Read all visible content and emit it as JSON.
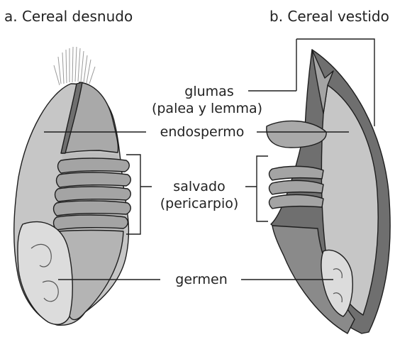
{
  "titles": {
    "left": "a. Cereal desnudo",
    "right": "b. Cereal vestido"
  },
  "labels": {
    "glumas_1": "glumas",
    "glumas_2": "(palea y lemma)",
    "endospermo": "endospermo",
    "salvado_1": "salvado",
    "salvado_2": "(pericarpio)",
    "germen": "germen"
  },
  "colors": {
    "light": "#c6c6c6",
    "mid": "#a4a4a4",
    "dark": "#6f6f6f",
    "pale": "#dcdcdc",
    "stroke": "#1e1e1e"
  }
}
